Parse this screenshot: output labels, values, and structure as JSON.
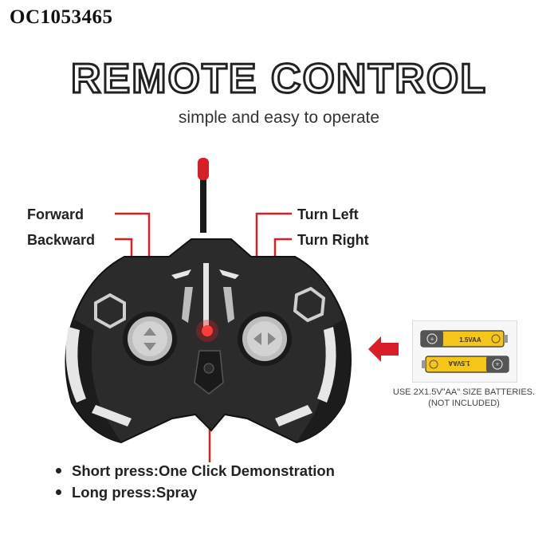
{
  "product_code": "OC1053465",
  "title": "REMOTE CONTROL",
  "subtitle": "simple and easy to operate",
  "labels": {
    "forward": "Forward",
    "backward": "Backward",
    "turn_left": "Turn Left",
    "turn_right": "Turn Right"
  },
  "battery": {
    "cell_label": "1.5VAA",
    "note_line1": "USE 2X1.5V\"AA\" SIZE BATTERIES.",
    "note_line2": "(NOT INCLUDED)"
  },
  "instructions": [
    "Short press:One Click Demonstration",
    "Long press:Spray"
  ],
  "colors": {
    "accent_red": "#d81f26",
    "remote_body": "#2a2a2a",
    "battery_yellow": "#f5c518"
  }
}
